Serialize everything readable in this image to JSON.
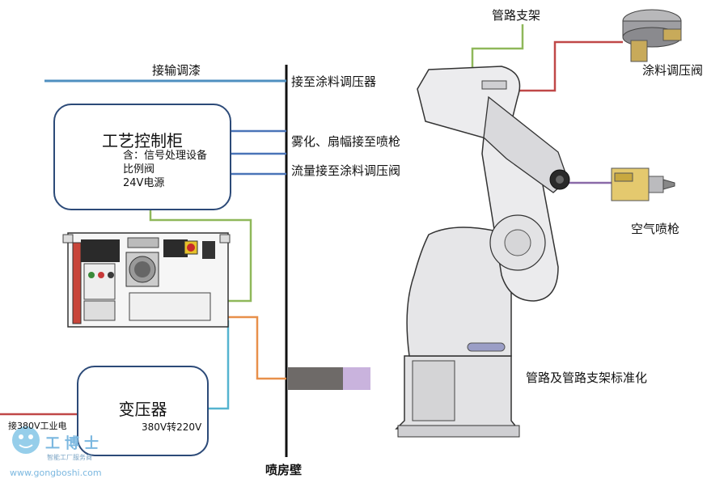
{
  "labels": {
    "conveying_paint": "接输调漆",
    "to_paint_regulator": "接至涂料调压器",
    "atomize_fan_to_gun": "雾化、扇幅接至喷枪",
    "flow_to_paint_regulator": "流量接至涂料调压阀",
    "pipe_bracket": "管路支架",
    "paint_regulating_valve": "涂料调压阀",
    "air_spray_gun": "空气喷枪",
    "pipe_standardization": "管路及管路支架标准化",
    "booth_wall": "喷房壁",
    "industrial_power": "接380V工业电"
  },
  "cabinet": {
    "title": "工艺控制柜",
    "line1": "含：信号处理设备",
    "line2": "比例阀",
    "line3": "24V电源"
  },
  "transformer": {
    "title": "变压器",
    "sub": "380V转220V"
  },
  "watermark": {
    "brand": "工博士",
    "tagline": "智能工厂服务商",
    "url": "www.gongboshi.com"
  },
  "colors": {
    "wall": "#111111",
    "box_border": "#2c4a78",
    "paint_line": "#4f8fc0",
    "signal_line": "#4a74b8",
    "green_line": "#8fb85a",
    "orange_line": "#e8904a",
    "cyan_line": "#55b4d0",
    "red_line": "#c04848",
    "purple_line": "#8a6aa8",
    "robot_body": "#e4e4e6"
  }
}
